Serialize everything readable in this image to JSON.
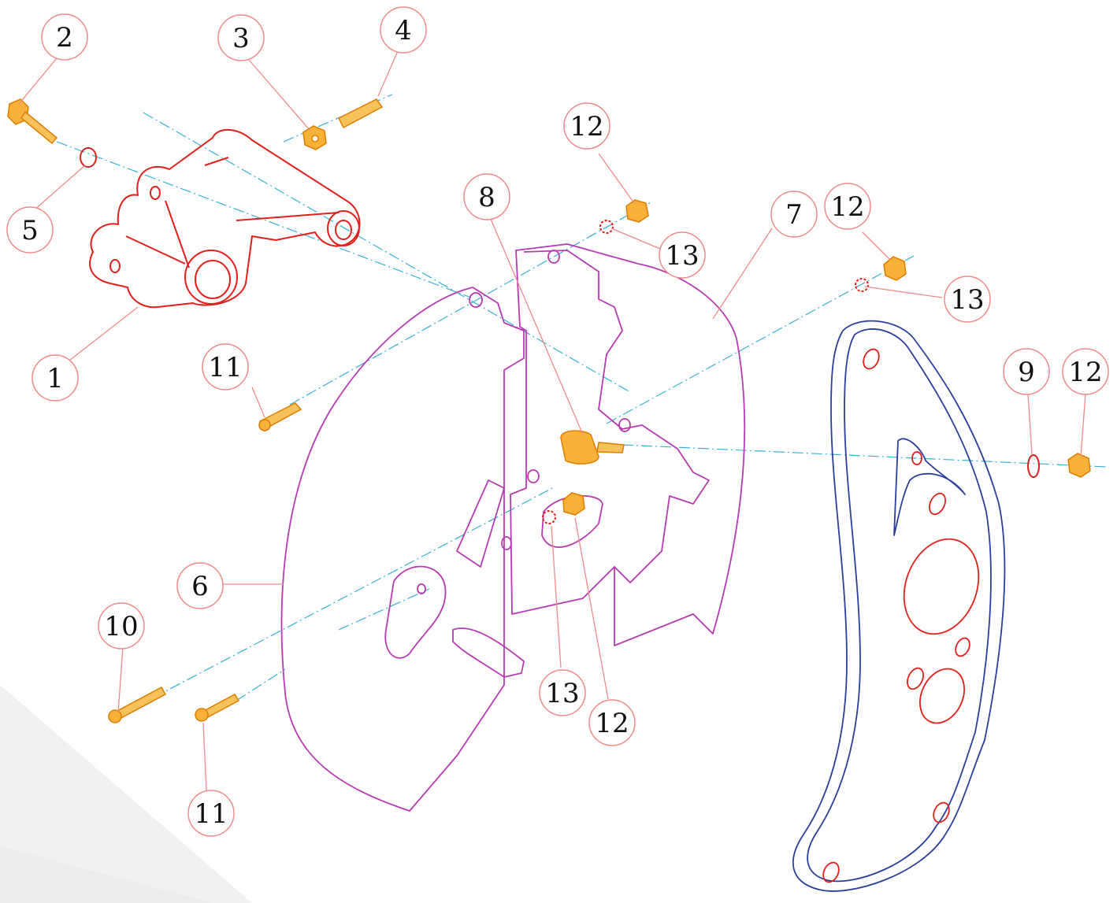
{
  "diagram": {
    "type": "exploded-parts-view",
    "colors": {
      "background": "#ffffff",
      "shade_light": "#f1f1f1",
      "shade_dark": "#e3e3e3",
      "callout_circle": "#f08a8a",
      "leader_line": "#f08a8a",
      "center_line": "#39b0d8",
      "part_red": "#e0201a",
      "part_magenta": "#b83ab3",
      "part_blue": "#2b3f9a",
      "part_orange": "#f59a12",
      "text": "#111111"
    },
    "callouts": [
      {
        "id": "c2",
        "label": "2"
      },
      {
        "id": "c3",
        "label": "3"
      },
      {
        "id": "c4",
        "label": "4"
      },
      {
        "id": "c5",
        "label": "5"
      },
      {
        "id": "c1",
        "label": "1"
      },
      {
        "id": "c12a",
        "label": "12"
      },
      {
        "id": "c8",
        "label": "8"
      },
      {
        "id": "c13a",
        "label": "13"
      },
      {
        "id": "c7",
        "label": "7"
      },
      {
        "id": "c12b",
        "label": "12"
      },
      {
        "id": "c13b",
        "label": "13"
      },
      {
        "id": "c11a",
        "label": "11"
      },
      {
        "id": "c9",
        "label": "9"
      },
      {
        "id": "c12c",
        "label": "12"
      },
      {
        "id": "c6",
        "label": "6"
      },
      {
        "id": "c10",
        "label": "10"
      },
      {
        "id": "c13c",
        "label": "13"
      },
      {
        "id": "c12d",
        "label": "12"
      },
      {
        "id": "c11b",
        "label": "11"
      }
    ]
  }
}
